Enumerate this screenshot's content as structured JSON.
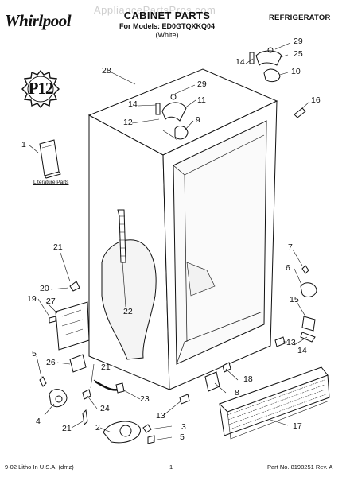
{
  "watermark": "AppliancePartsPros.com",
  "brand": "Whirlpool",
  "title": "CABINET PARTS",
  "models_line": "For Models: ED0GTQXKQ04",
  "variant": "(White)",
  "category": "REFRIGERATOR",
  "badge_text": "P12",
  "literature_label": "Literature Parts",
  "footer": {
    "left": "9-02 Litho In U.S.A. (dmz)",
    "page": "1",
    "right": "Part No. 8198251 Rev. A"
  },
  "callouts": [
    "29",
    "25",
    "14",
    "10",
    "28",
    "29",
    "11",
    "16",
    "14",
    "12",
    "9",
    "1",
    "7",
    "21",
    "6",
    "20",
    "22",
    "19",
    "27",
    "15",
    "5",
    "26",
    "21",
    "13",
    "8",
    "14",
    "18",
    "23",
    "4",
    "24",
    "21",
    "2",
    "13",
    "3",
    "5",
    "17"
  ]
}
